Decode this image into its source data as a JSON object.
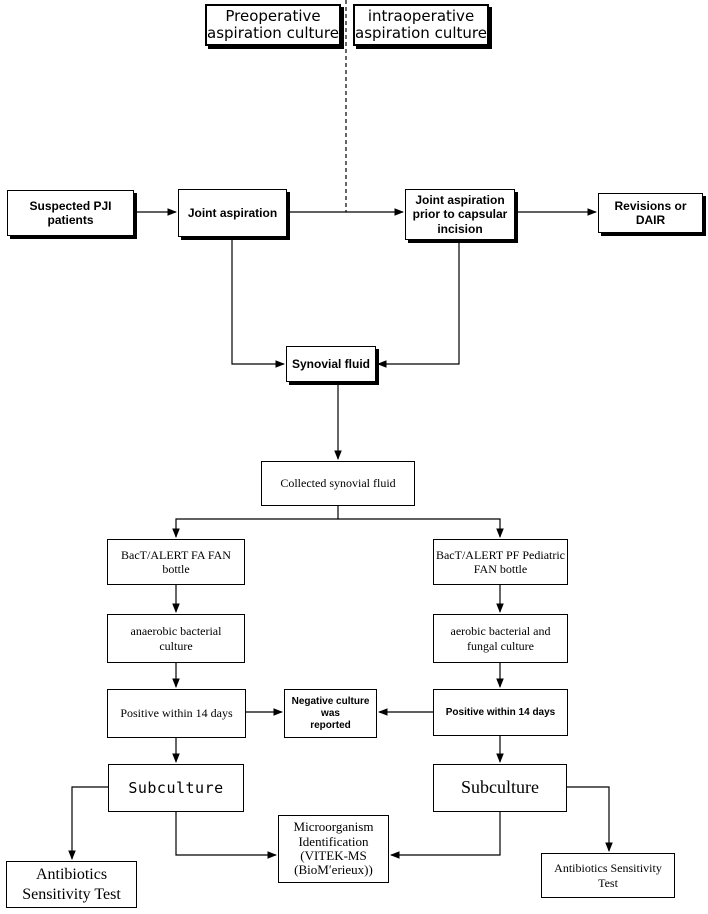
{
  "headers": {
    "preoperative": "Preoperative\naspiration culture",
    "intraoperative": "intraoperative\naspiration culture"
  },
  "nodes": {
    "suspected": "Suspected PJI\npatients",
    "joint_aspiration": "Joint aspiration",
    "joint_aspiration_capsular": "Joint aspiration\nprior to capsular\nincision",
    "revisions": "Revisions or DAIR",
    "synovial_fluid": "Synovial fluid",
    "collected": "Collected synovial fluid",
    "bactalert_fa": "BacT/ALERT FA FAN\nbottle",
    "bactalert_pf": "BacT/ALERT PF Pediatric\nFAN bottle",
    "anaerobic": "anaerobic bacterial\nculture",
    "aerobic": "aerobic bacterial and\nfungal culture",
    "positive_left": "Positive within 14 days",
    "negative": "Negative culture was\nreported",
    "positive_right": "Positive within 14 days",
    "subculture_left": "Subculture",
    "subculture_right": "Subculture",
    "micro_id": "Microorganism\nIdentification\n(VITEK-MS\n(BioM′erieux))",
    "ast_left": "Antibiotics\nSensitivity Test",
    "ast_right": "Antibiotics Sensitivity\nTest"
  }
}
